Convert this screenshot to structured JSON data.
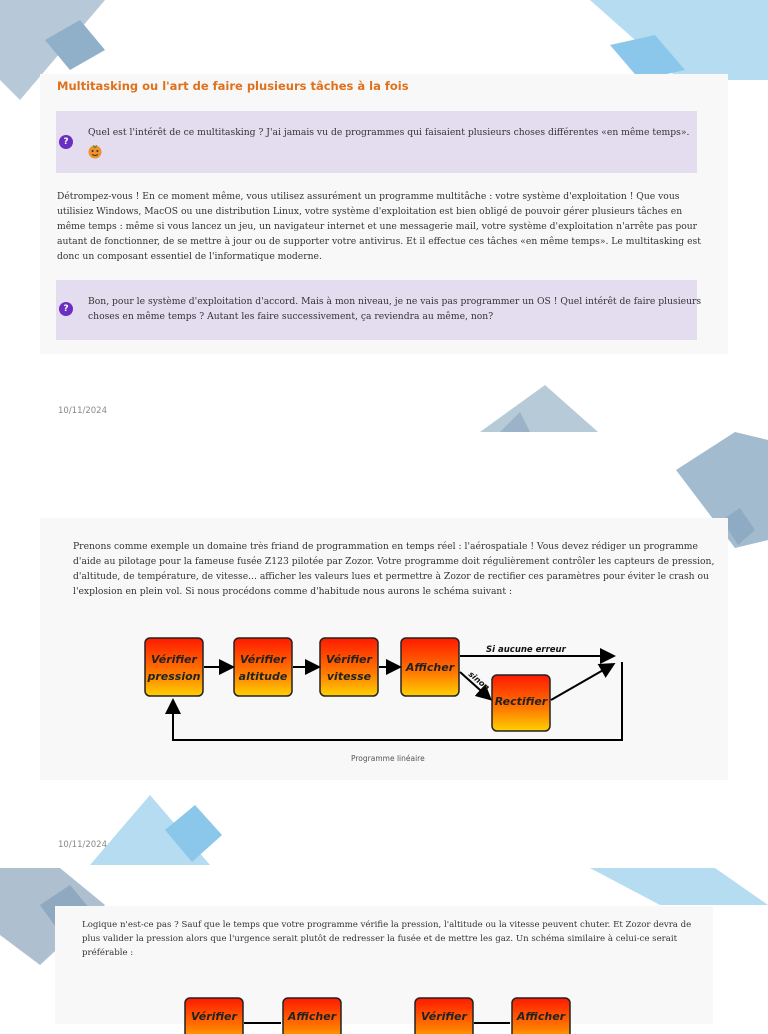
{
  "section1": {
    "title": "Multitasking ou l'art de faire plusieurs tâches à la fois",
    "q1": "Quel est l'intérêt de ce multitasking ? J'ai jamais vu de programmes qui faisaient plusieurs choses différentes «en même temps».",
    "para1_l1": "Détrompez-vous ! En ce moment même, vous utilisez assurément un programme multitâche : votre système d'exploitation ! Que vous",
    "para1_l2": "utilisiez Windows, MacOS ou une distribution Linux, votre système d'exploitation est bien obligé de pouvoir gérer plusieurs tâches en",
    "para1_l3": "même temps : même si vous lancez un jeu, un navigateur internet et une messagerie mail, votre système d'exploitation n'arrête pas pour",
    "para1_l4": "autant de fonctionner, de se mettre à jour ou de supporter votre antivirus. Et il effectue ces tâches «en même temps». Le multitasking est",
    "para1_l5": "donc un composant essentiel de l'informatique moderne.",
    "q2_l1": "Bon, pour le système d'exploitation d'accord. Mais à mon niveau, je ne vais pas programmer un OS ! Quel intérêt de faire plusieurs",
    "q2_l2": "choses en même temps ? Autant les faire successivement, ça reviendra au même, non?"
  },
  "date1": "10/11/2024",
  "section2": {
    "l1": "Prenons comme exemple un domaine très friand de programmation en temps réel : l'aérospatiale ! Vous devez rédiger un programme",
    "l2": "d'aide au pilotage pour la fameuse fusée Z123 pilotée par Zozor. Votre programme doit régulièrement contrôler les capteurs de pression,",
    "l3": "d'altitude, de température, de vitesse... afficher les valeurs lues et permettre à Zozor de rectifier ces paramètres pour éviter le crash ou",
    "l4": "l'explosion en plein vol. Si nous procédons comme d'habitude nous aurons le schéma suivant :",
    "diagram": {
      "b1a": "Vérifier",
      "b1b": "pression",
      "b2a": "Vérifier",
      "b2b": "altitude",
      "b3a": "Vérifier",
      "b3b": "vitesse",
      "b4": "Afficher",
      "b5": "Rectifier",
      "edge_ok": "Si aucune erreur",
      "edge_else": "sinon"
    },
    "caption": "Programme linéaire"
  },
  "date2": "10/11/2024",
  "section3": {
    "l1": "Logique n'est-ce pas ? Sauf que le temps que votre programme vérifie la pression, l'altitude ou la vitesse peuvent chuter. Et Zozor devra de",
    "l2": "plus valider la pression alors que l'urgence serait plutôt de redresser la fusée et de mettre les gaz. Un schéma similaire à celui-ce serait",
    "l3": "préférable :",
    "d1": "Vérifier",
    "d2": "Afficher",
    "d3": "Vérifier",
    "d4": "Afficher"
  }
}
